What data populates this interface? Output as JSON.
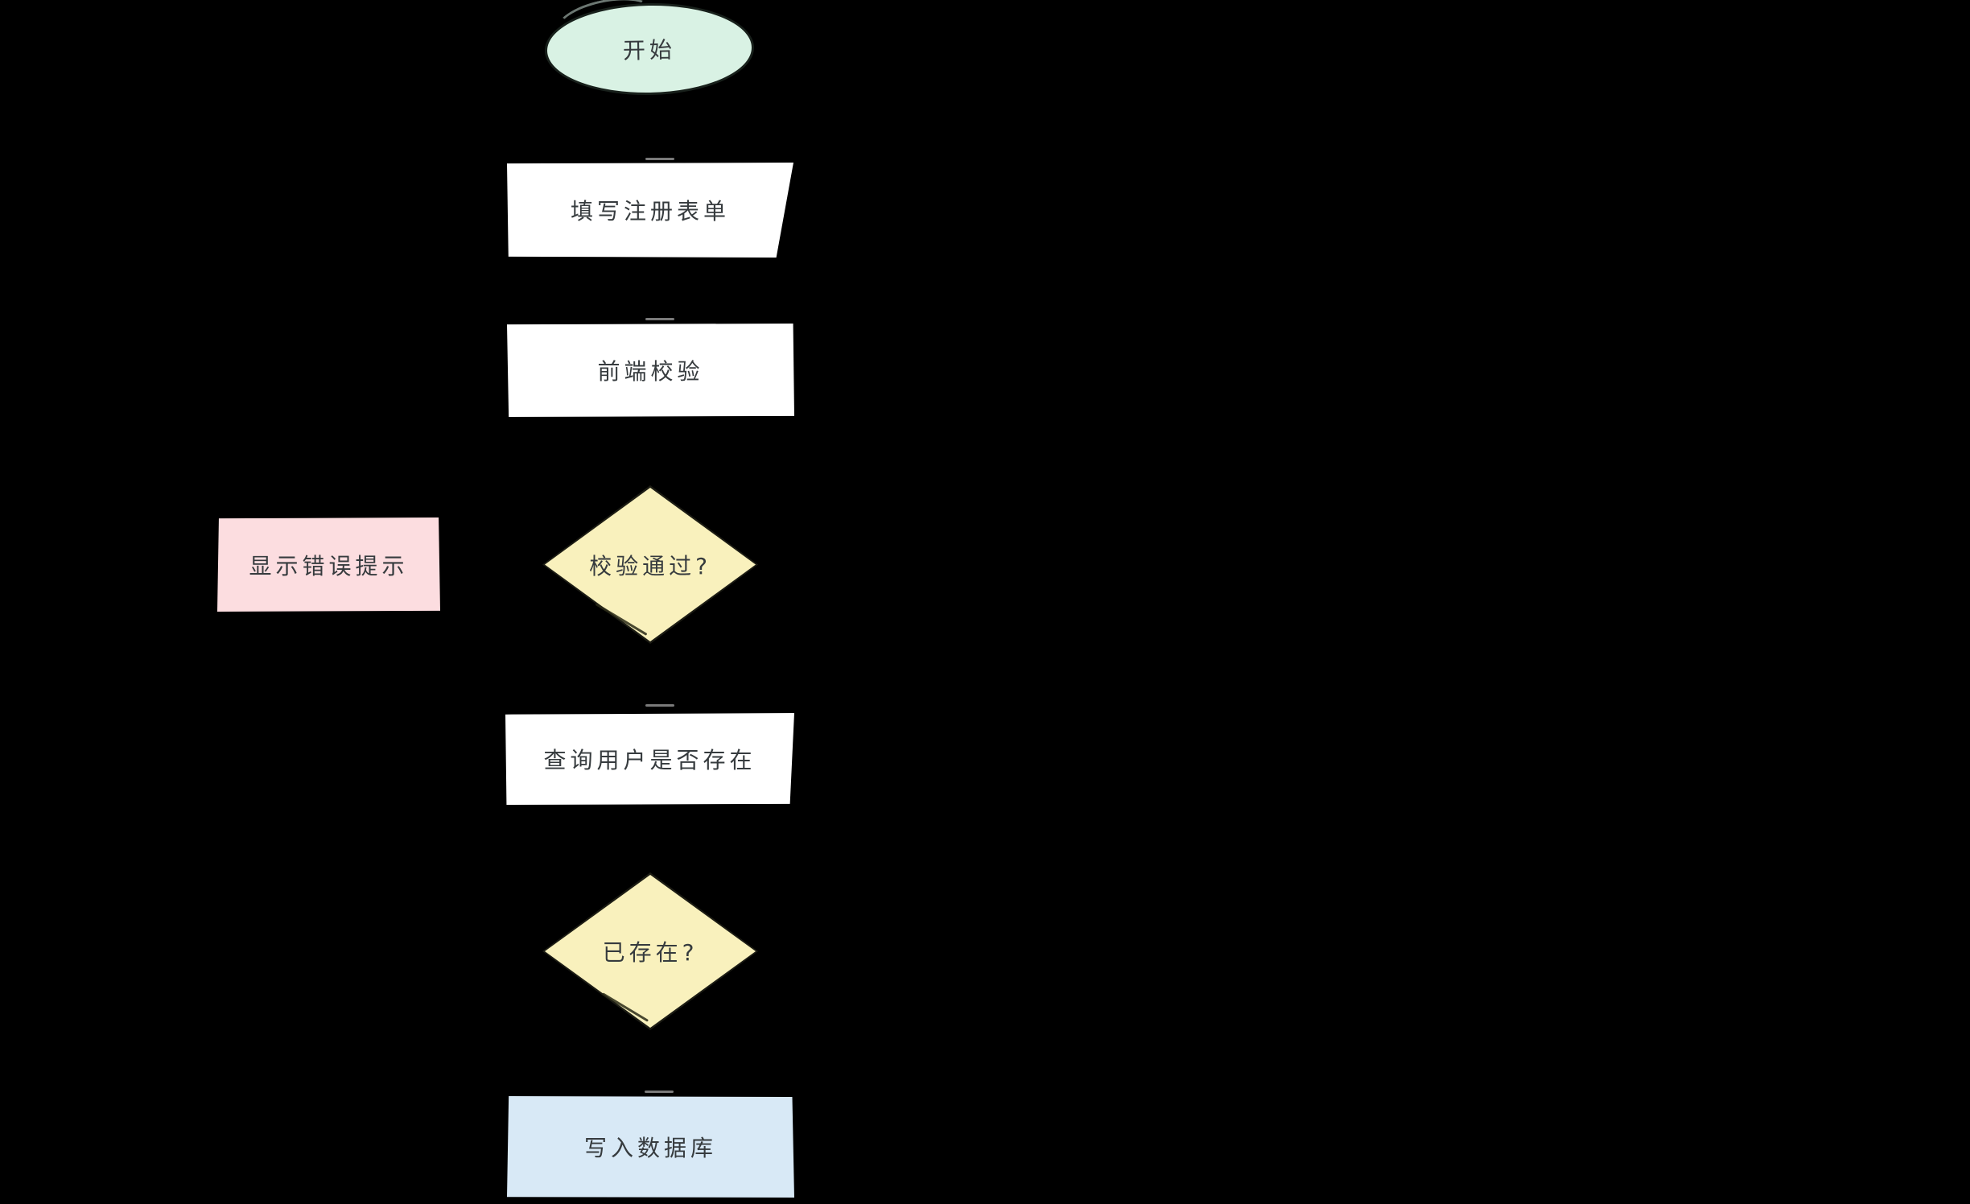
{
  "canvas": {
    "background": "#000000"
  },
  "diagram": {
    "type": "flowchart",
    "text_color": "#363b3e",
    "stroke_color": "#1c1c14",
    "connector_mark_color": "#7a7a7a",
    "nodes": {
      "start": {
        "label": "开始",
        "shape": "ellipse",
        "fill": "#d9f2e4"
      },
      "fill_form": {
        "label": "填写注册表单",
        "shape": "process",
        "fill": "#ffffff"
      },
      "frontend_check": {
        "label": "前端校验",
        "shape": "process",
        "fill": "#ffffff"
      },
      "check_passed": {
        "label": "校验通过?",
        "shape": "decision",
        "fill": "#f9f1bd"
      },
      "show_error": {
        "label": "显示错误提示",
        "shape": "process",
        "fill": "#fcdde0"
      },
      "query_user": {
        "label": "查询用户是否存在",
        "shape": "process",
        "fill": "#ffffff"
      },
      "exists": {
        "label": "已存在?",
        "shape": "decision",
        "fill": "#f9f1bd"
      },
      "write_db": {
        "label": "写入数据库",
        "shape": "process",
        "fill": "#d8e9f6"
      }
    }
  }
}
